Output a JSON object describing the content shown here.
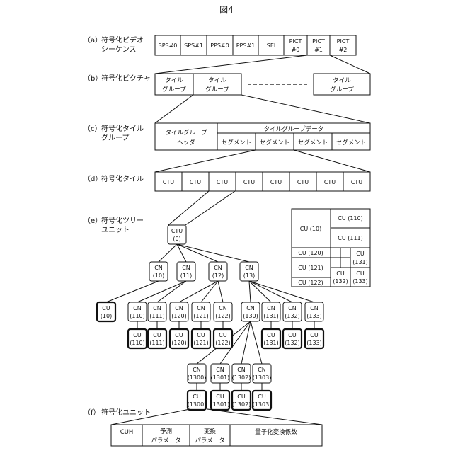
{
  "figure_title": "図4",
  "sections": {
    "a": {
      "tag": "（a）",
      "line1": "符号化ビデオ",
      "line2": "シーケンス",
      "cells": [
        "SPS#0",
        "SPS#1",
        "PPS#0",
        "PPS#1",
        "SEI",
        "PICT",
        "PICT",
        "PICT"
      ],
      "cell_sub": [
        "",
        "",
        "",
        "",
        "",
        "#0",
        "#1",
        "#2"
      ]
    },
    "b": {
      "tag": "（b）",
      "line1": "符号化ピクチャ",
      "group_top": "タイル",
      "group_bottom": "グループ"
    },
    "c": {
      "tag": "（c）",
      "line1": "符号化タイル",
      "line2": "グループ",
      "header_top": "タイルグループ",
      "header_bottom": "ヘッダ",
      "data_title": "タイルグループデータ",
      "segment": "セグメント"
    },
    "d": {
      "tag": "（d）",
      "line1": "符号化タイル",
      "ctu": "CTU"
    },
    "e": {
      "tag": "（e）",
      "line1": "符号化ツリー",
      "line2": "ユニット"
    },
    "f": {
      "tag": "（f）",
      "line1": "符号化ユニット",
      "cells": [
        {
          "top": "CUH",
          "bottom": ""
        },
        {
          "top": "予測",
          "bottom": "パラメータ"
        },
        {
          "top": "変換",
          "bottom": "パラメータ"
        },
        {
          "top": "量子化変換係数",
          "bottom": ""
        }
      ]
    }
  },
  "tree": {
    "ctu": {
      "t": "CTU",
      "b": "(0)"
    },
    "cn_level1": [
      {
        "t": "CN",
        "b": "(10)"
      },
      {
        "t": "CN",
        "b": "(11)"
      },
      {
        "t": "CN",
        "b": "(12)"
      },
      {
        "t": "CN",
        "b": "(13)"
      }
    ],
    "cu10": {
      "t": "CU",
      "b": "(10)"
    },
    "cn_level2": [
      {
        "t": "CN",
        "b": "(110)"
      },
      {
        "t": "CN",
        "b": "(111)"
      },
      {
        "t": "CN",
        "b": "(120)"
      },
      {
        "t": "CN",
        "b": "(121)"
      },
      {
        "t": "CN",
        "b": "(122)"
      },
      {
        "t": "CN",
        "b": "(130)"
      },
      {
        "t": "CN",
        "b": "(131)"
      },
      {
        "t": "CN",
        "b": "(132)"
      },
      {
        "t": "CN",
        "b": "(133)"
      }
    ],
    "cu_level2": [
      {
        "t": "CU",
        "b": "(110)"
      },
      {
        "t": "CU",
        "b": "(111)"
      },
      {
        "t": "CU",
        "b": "(120)"
      },
      {
        "t": "CU",
        "b": "(121)"
      },
      {
        "t": "CU",
        "b": "(122)"
      },
      {
        "t": "CU",
        "b": "(131)"
      },
      {
        "t": "CU",
        "b": "(132)"
      },
      {
        "t": "CU",
        "b": "(133)"
      }
    ],
    "cn_level3": [
      {
        "t": "CN",
        "b": "(1300)"
      },
      {
        "t": "CN",
        "b": "(1301)"
      },
      {
        "t": "CN",
        "b": "(1302)"
      },
      {
        "t": "CN",
        "b": "(1303)"
      }
    ],
    "cu_level3": [
      {
        "t": "CU",
        "b": "(1300)"
      },
      {
        "t": "CU",
        "b": "(1301)"
      },
      {
        "t": "CU",
        "b": "(1302)"
      },
      {
        "t": "CU",
        "b": "(1303)"
      }
    ]
  },
  "partition": {
    "cu10": "CU (10)",
    "cu110": "CU (110)",
    "cu111": "CU (111)",
    "cu120": "CU (120)",
    "cu121": "CU (121)",
    "cu122": "CU (122)",
    "cu131": "CU",
    "cu131_b": "(131)",
    "cu132": "CU",
    "cu132_b": "(132)",
    "cu133": "CU",
    "cu133_b": "(133)"
  }
}
